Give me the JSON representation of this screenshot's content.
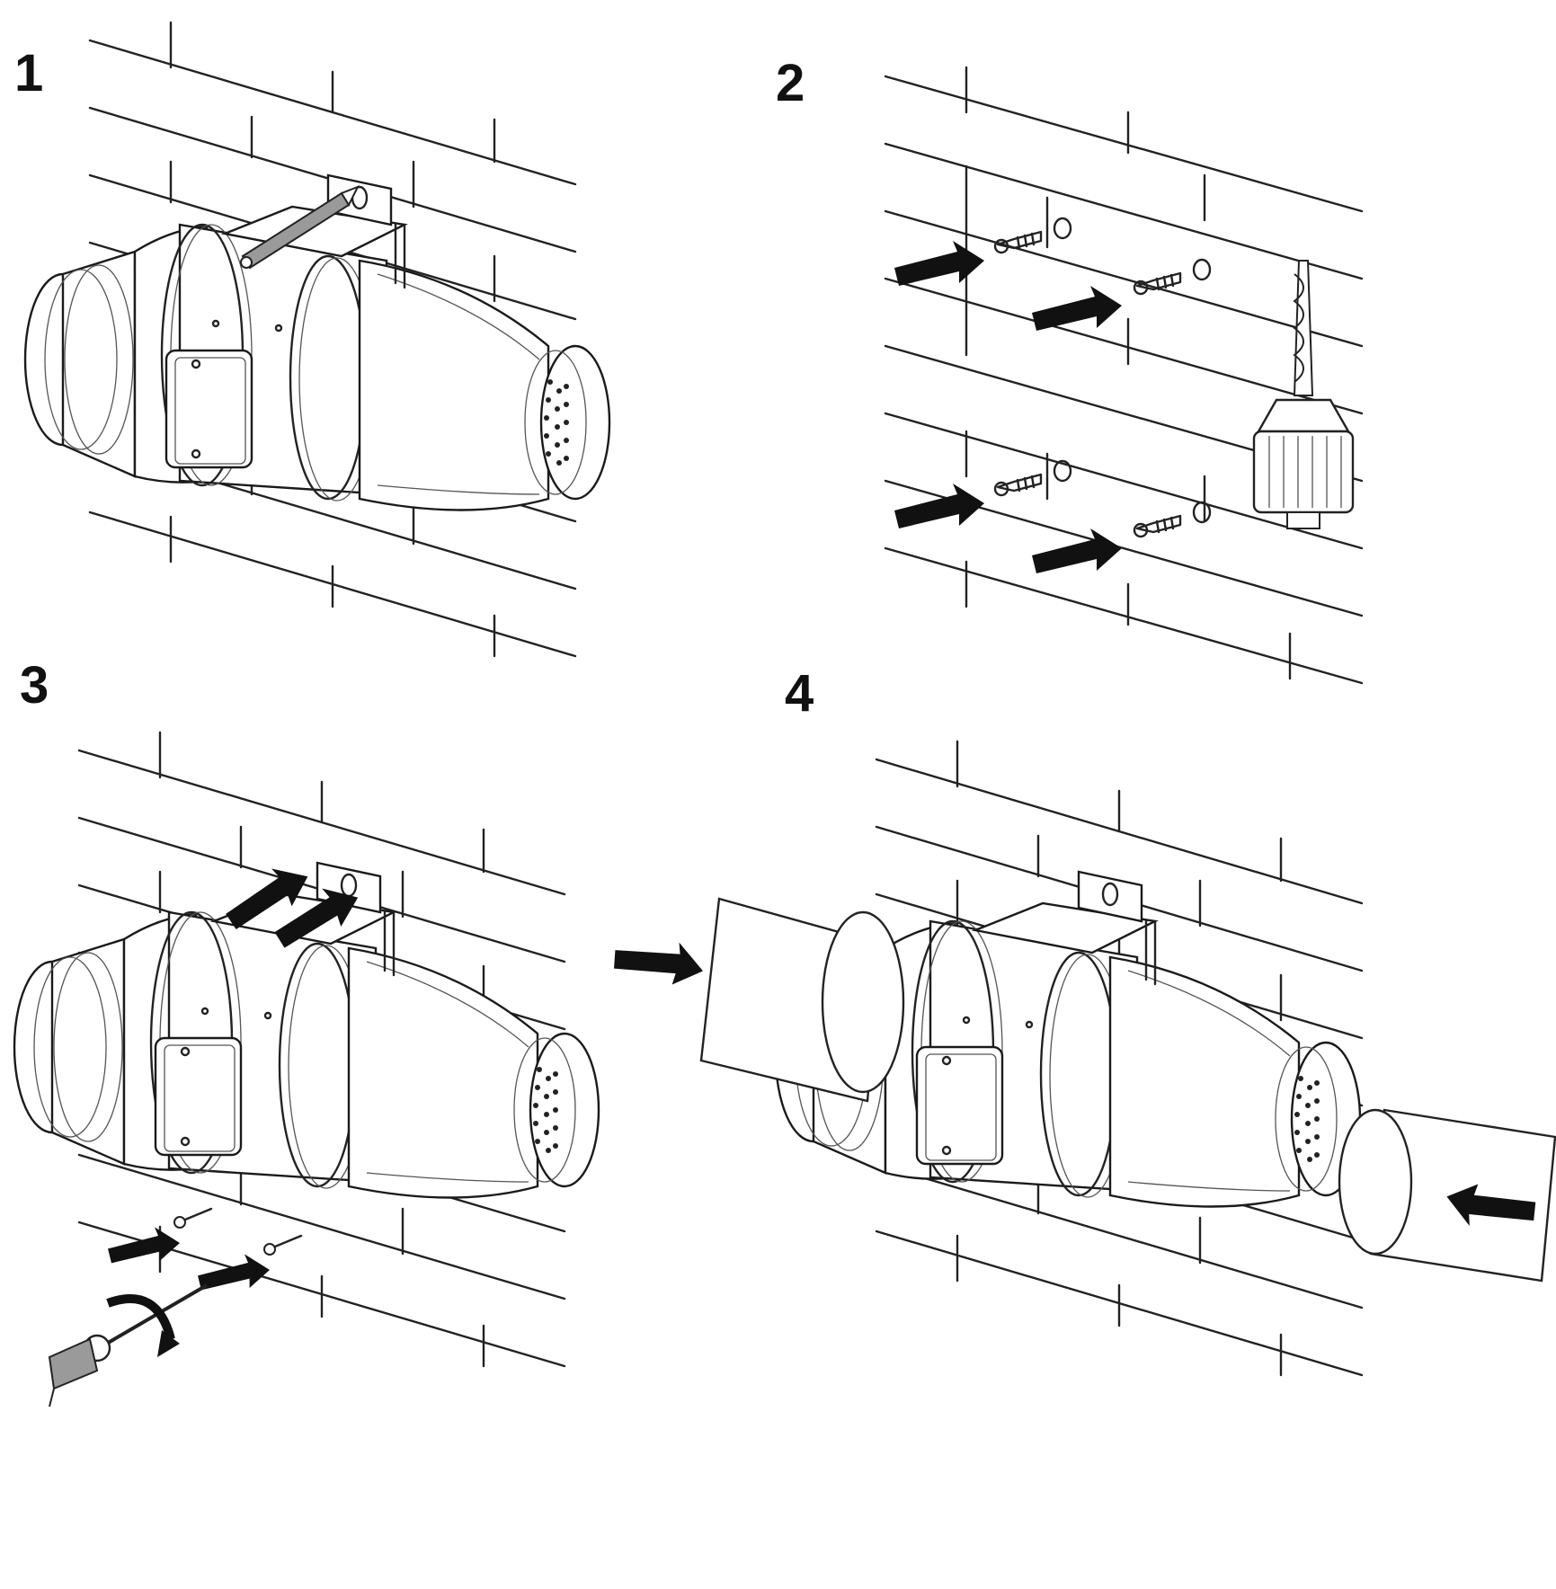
{
  "diagram": {
    "steps": [
      {
        "id": "1",
        "label": "1"
      },
      {
        "id": "2",
        "label": "2"
      },
      {
        "id": "3",
        "label": "3"
      },
      {
        "id": "4",
        "label": "4"
      }
    ]
  },
  "colors": {
    "line": "#1a1a1a",
    "arrow": "#111111",
    "pencil": "#9a9a9a",
    "background": "#ffffff"
  }
}
